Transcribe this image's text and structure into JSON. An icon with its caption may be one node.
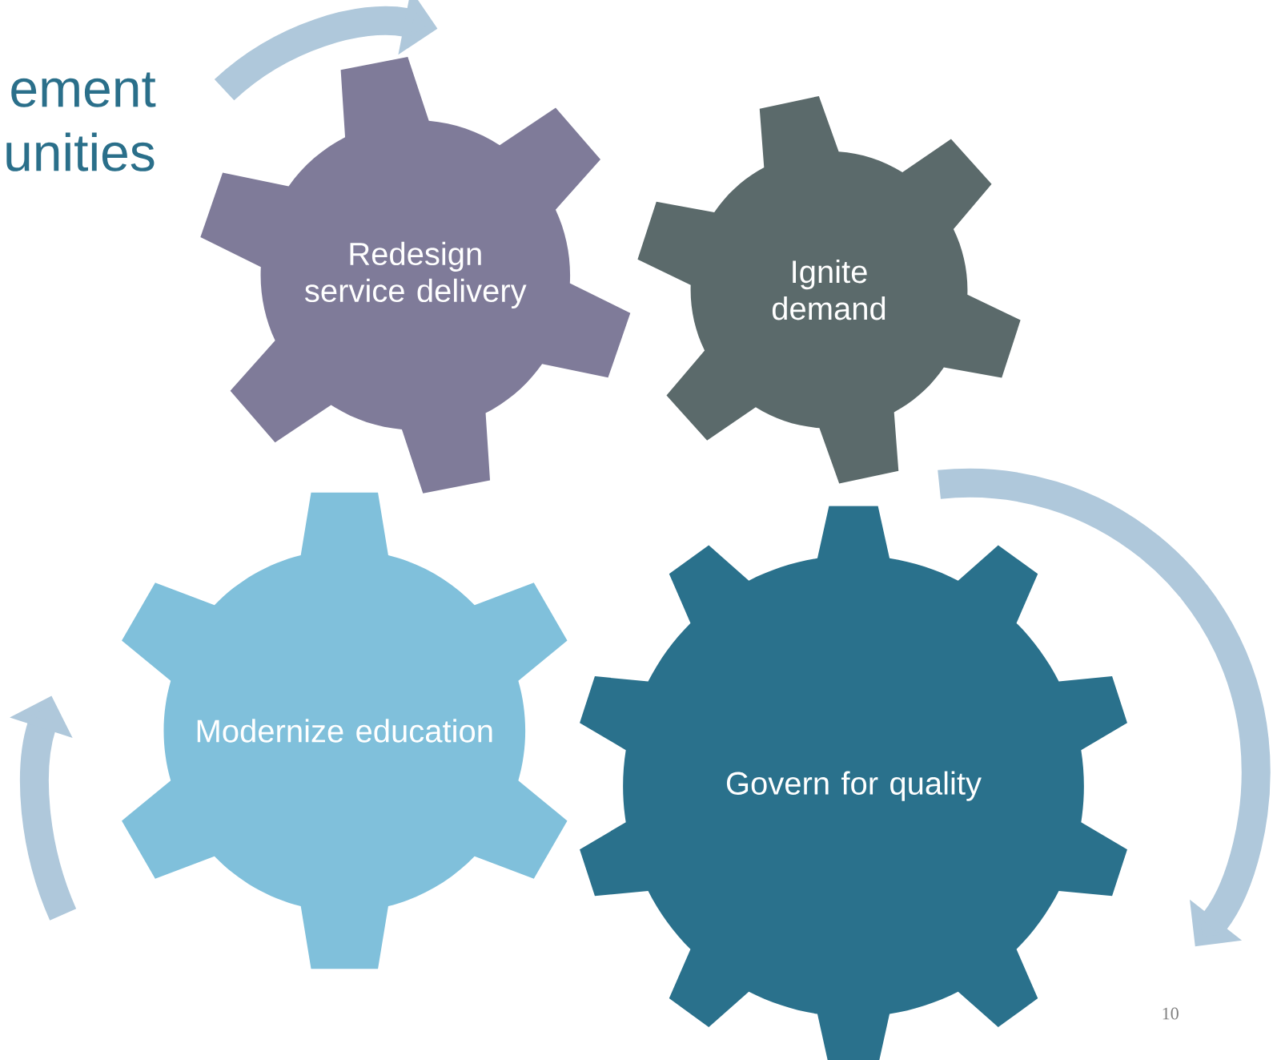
{
  "diagram": {
    "title": "ement unities",
    "nodes": [
      {
        "text": [
          "Redesign service delivery"
        ]
      },
      {
        "text": [
          "Ignite demand"
        ]
      },
      {
        "text": [
          "Modernize education"
        ]
      },
      {
        "text": [
          "Govern for quality"
        ]
      }
    ],
    "labels": [
      "10"
    ]
  }
}
